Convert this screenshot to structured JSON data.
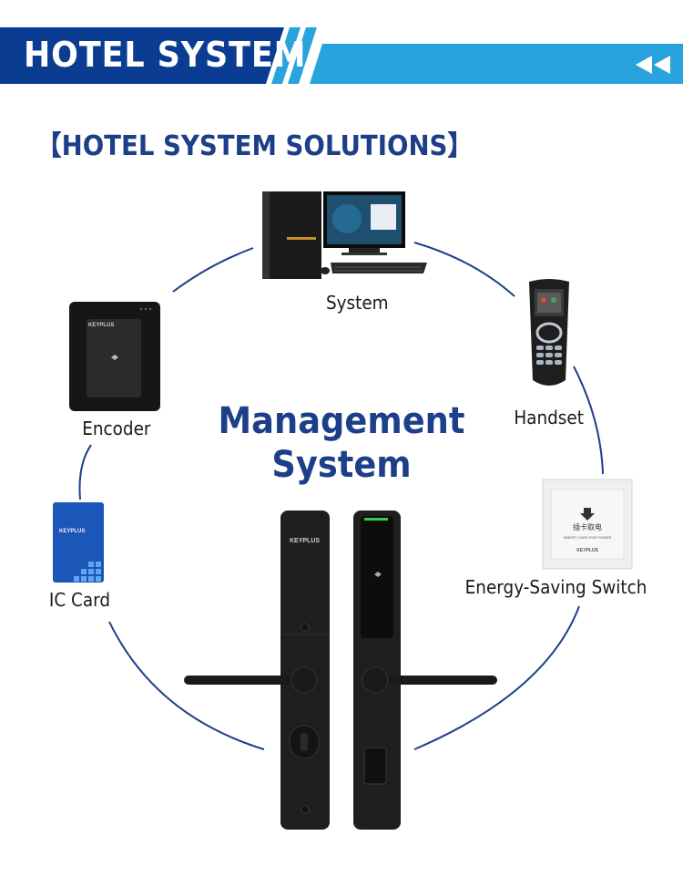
{
  "header": {
    "title": "HOTEL SYSTEM",
    "icon": "rewind-icon",
    "colors": {
      "dark_blue": "#0a3d91",
      "light_blue": "#29a3de"
    }
  },
  "section": {
    "bracket_open": "【",
    "title": "HOTEL SYSTEM SOLUTIONS",
    "bracket_close": "】"
  },
  "center": {
    "line1": "Management",
    "line2": "System",
    "color": "#1d3f8a"
  },
  "nodes": {
    "system": "System",
    "handset": "Handset",
    "encoder": "Encoder",
    "ic_card": "IC Card",
    "energy_switch": "Energy-Saving Switch"
  },
  "product_marks": {
    "brand": "KEYPLUS",
    "switch_line1": "插卡取电",
    "switch_line2": "INSERT CARD FOR POWER"
  }
}
